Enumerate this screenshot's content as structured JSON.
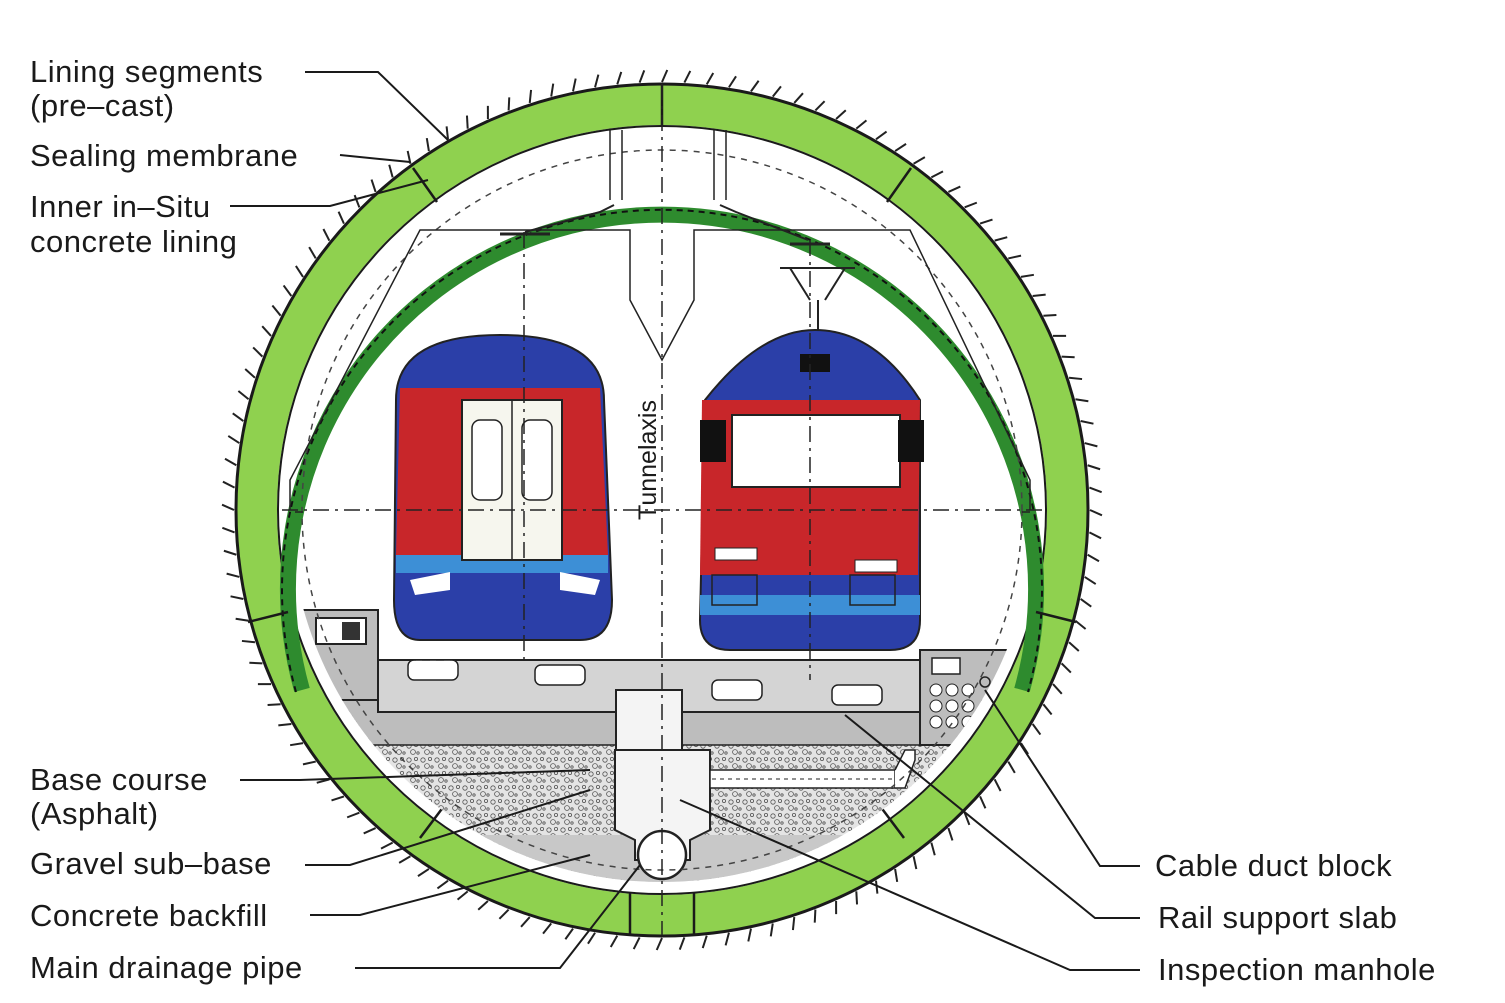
{
  "labels": {
    "lining_segments": [
      "Lining  segments",
      "(pre–cast)"
    ],
    "sealing_membrane": [
      "Sealing  membrane"
    ],
    "inner_lining": [
      "Inner  in–Situ",
      "concrete  lining"
    ],
    "base_course": [
      "Base  course",
      "(Asphalt)"
    ],
    "gravel_sub_base": [
      "Gravel sub–base"
    ],
    "concrete_backfill": [
      "Concrete  backfill"
    ],
    "main_drainage_pipe": [
      "Main  drainage  pipe"
    ],
    "cable_duct_block": [
      "Cable  duct block"
    ],
    "rail_support_slab": [
      "Rail support slab"
    ],
    "inspection_manhole": [
      "Inspection  manhole"
    ],
    "tunnel_axis": "Tunnelaxis"
  },
  "colors": {
    "outer_lining": "#8fd14f",
    "inner_lining": "#2e8b2e",
    "train_blue": "#2b3fa8",
    "train_red": "#c8262a",
    "train_light_blue": "#3d8fd6",
    "slab_grey": "#c8c8c8",
    "gravel": "#d9d9d9"
  }
}
